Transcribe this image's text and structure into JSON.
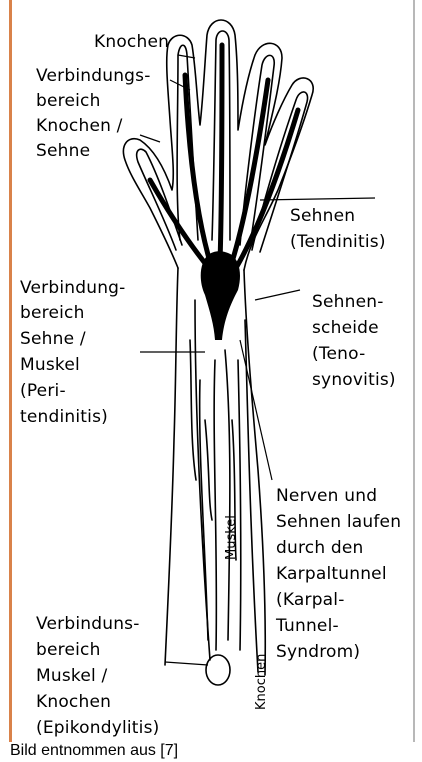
{
  "labels": {
    "knochen_top": "Knochen",
    "verbindung_knochen_sehne": [
      "Verbindungs-",
      "bereich",
      "Knochen /",
      "Sehne"
    ],
    "sehnen": [
      "Sehnen",
      "(Tendinitis)"
    ],
    "verbindung_sehne_muskel": [
      "Verbindung-",
      "bereich",
      "Sehne /",
      "Muskel",
      "(Peri-",
      "tendinitis)"
    ],
    "sehnenscheide": [
      "Sehnen-",
      "scheide",
      "(Teno-",
      "synovitis)"
    ],
    "karpaltunnel": [
      "Nerven und",
      "Sehnen laufen",
      "durch den",
      "Karpaltunnel",
      "(Karpal-",
      "Tunnel-",
      "Syndrom)"
    ],
    "verbindung_muskel_knochen": [
      "Verbinduns-",
      "bereich",
      "Muskel /",
      "Knochen",
      "(Epikondylitis)"
    ],
    "muskel_vertical": "Muskel",
    "knochen_vertical": "Knochen"
  },
  "caption": "Bild entnommen aus [7]",
  "colors": {
    "frame": "#d9824a",
    "frame_right": "#b8b8b8",
    "ink": "#000000"
  }
}
